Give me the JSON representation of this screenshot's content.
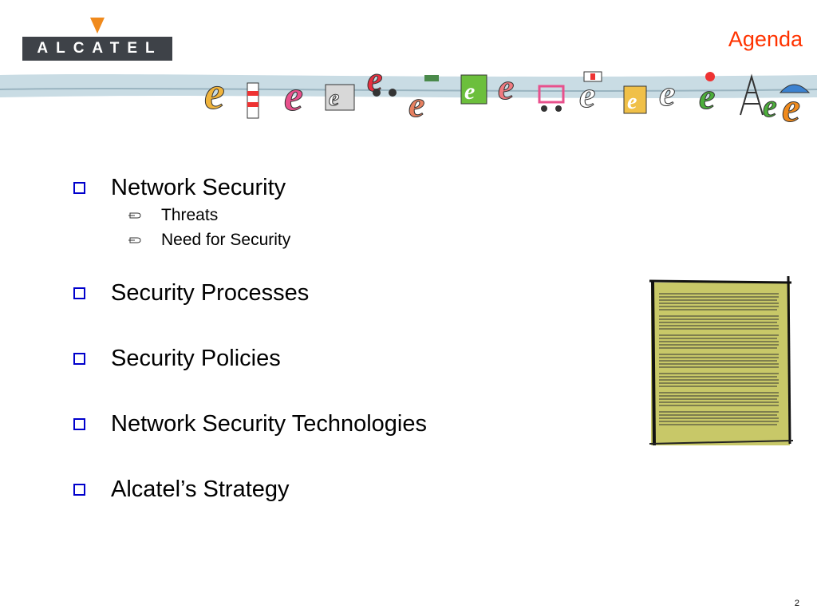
{
  "slide": {
    "logo_text": "ALCATEL",
    "title": "Agenda",
    "page_number": "2"
  },
  "agenda": {
    "items": [
      {
        "label": "Network Security",
        "subitems": [
          "Threats",
          "Need for Security"
        ]
      },
      {
        "label": "Security Processes"
      },
      {
        "label": "Security Policies"
      },
      {
        "label": "Network Security Technologies"
      },
      {
        "label": "Alcatel’s Strategy"
      }
    ]
  },
  "colors": {
    "title": "#ff3300",
    "bullet_box": "#0000cc",
    "logo_plate": "#3e4248",
    "logo_triangle": "#f08a1c",
    "notepad": "#c8c868",
    "banner_stripe": "#c9dce4"
  },
  "icons": {
    "bullet": "hollow-square-icon",
    "sub_bullet": "pointing-hand-icon",
    "illustration": "notepad-icon",
    "banner": "e-letter-mascots-banner"
  }
}
